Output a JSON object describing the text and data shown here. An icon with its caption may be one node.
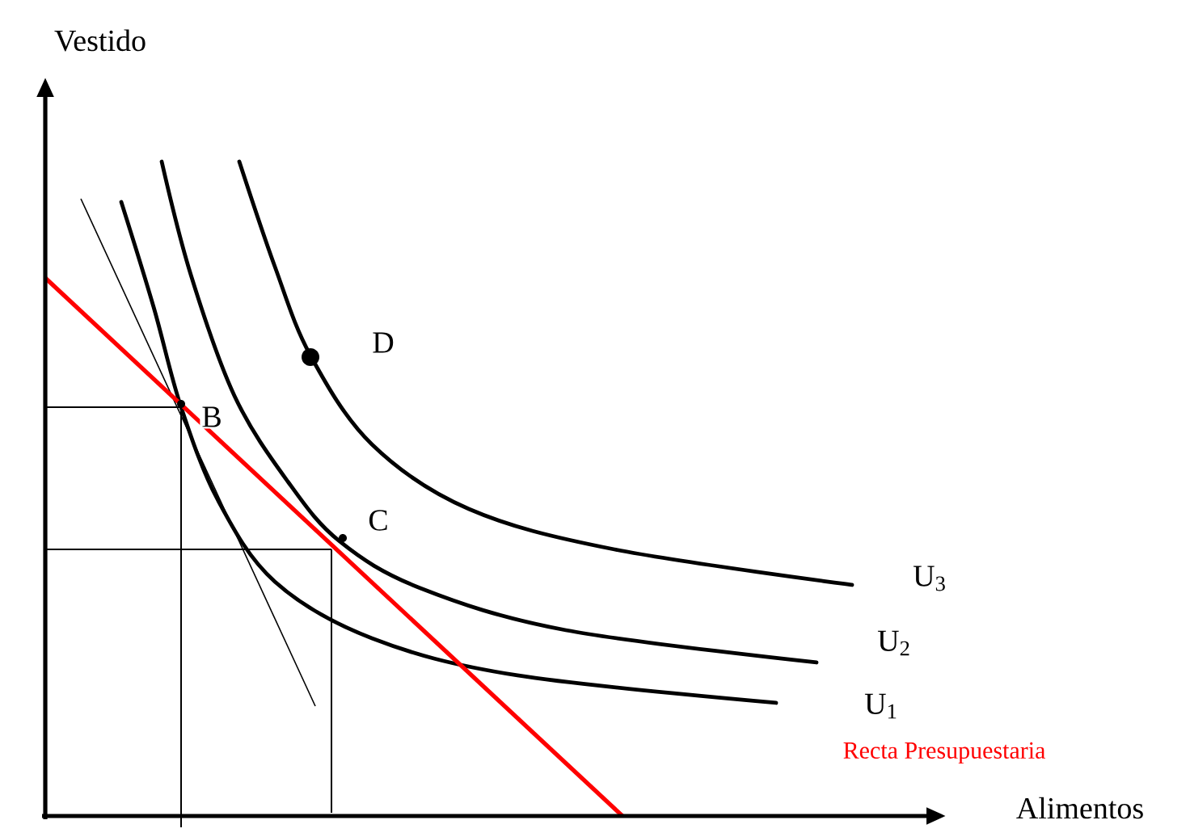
{
  "diagram": {
    "labels": [
      "Vestido",
      "D",
      "B",
      "C",
      "U$_{3}$",
      "U$_{2}$",
      "U$_{1}$",
      "Recta Presupuestaria",
      "Alimentos"
    ]
  }
}
